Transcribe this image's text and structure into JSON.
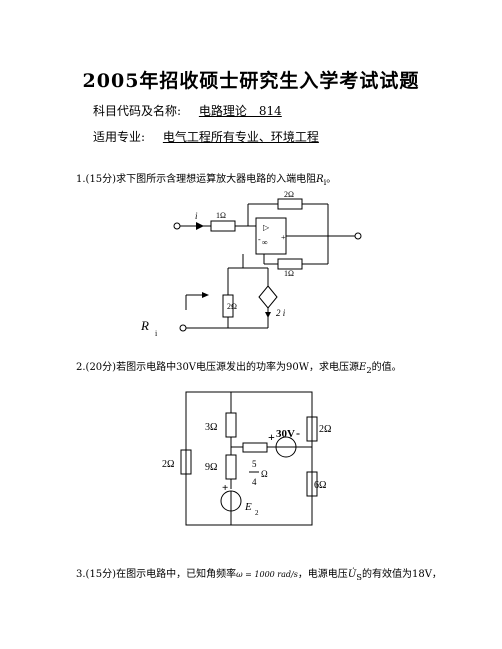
{
  "title": "2005年招收硕士研究生入学考试试题",
  "subject": {
    "label": "科目代码及名称:",
    "value": "电路理论　814"
  },
  "major": {
    "label": "适用专业:",
    "value": "电气工程所有专业、环境工程"
  },
  "questions": [
    {
      "number": "1.",
      "score": "(15分)",
      "text": "求下图所示含理想运算放大器电路的入端电阻",
      "symbol": "R",
      "subscript": "i",
      "end": "。",
      "circuit": {
        "current_label": "i",
        "r_input": "1Ω",
        "r_feedback": "2Ω",
        "r_output": "1Ω",
        "r_shunt": "2Ω",
        "source_label": "2 i",
        "opamp_triangle": "▷",
        "opamp_inf": "∞",
        "opamp_minus": "-",
        "opamp_plus": "+",
        "port_label": "R",
        "port_sub": "i"
      }
    },
    {
      "number": "2.",
      "score": "(20分)",
      "text": "若图示电路中30V电压源发出的功率为90W，求电压源",
      "symbol": "E",
      "subscript": "2",
      "end": "的值。",
      "circuit": {
        "r_top_left": "3Ω",
        "r_top_right": "2Ω",
        "r_left": "2Ω",
        "r_mid": "9Ω",
        "r_bottom_right": "6Ω",
        "r_frac_num": "5",
        "r_frac_den": "4",
        "r_frac_unit": "Ω",
        "source_value": "30V",
        "source_plus": "+",
        "source_minus": "-",
        "e2_symbol": "E",
        "e2_sub": "2",
        "e2_plus": "+"
      }
    },
    {
      "number": "3.",
      "score": "(15分)",
      "text": "在图示电路中，已知角频率",
      "omega": "ω = 1000 rad/s",
      "text2": "，电源电压",
      "us": "U̇",
      "us_sub": "S",
      "text3": "的有效值为18V，"
    }
  ]
}
